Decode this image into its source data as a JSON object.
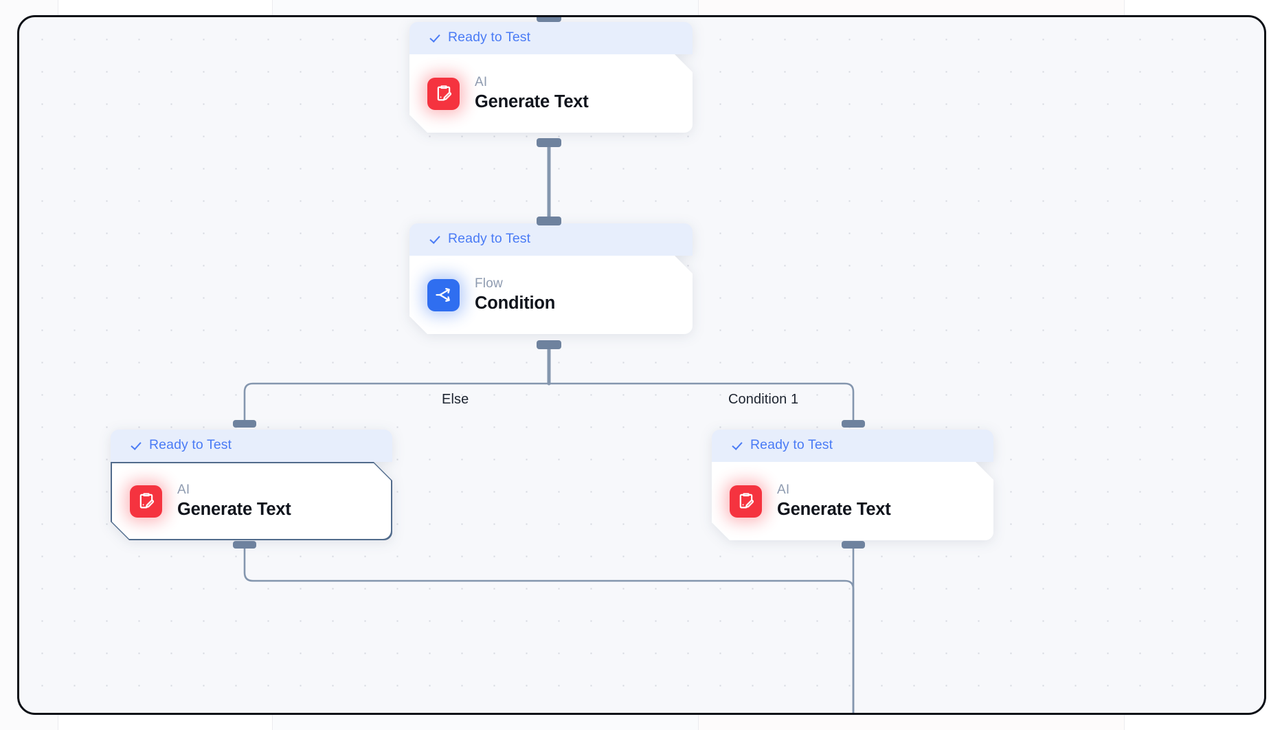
{
  "canvas": {
    "background_color": "#f7f8fb",
    "border_color": "#0b0f16",
    "grid": "dot-grid",
    "grid_dot_color": "#c9ccd6"
  },
  "theme": {
    "status_accent": "#4a7bf5",
    "status_bg": "#e7eefc",
    "edge_color": "#8496ae",
    "handle_color": "#6e829e",
    "ai_icon_color": "#f5333f",
    "flow_icon_color": "#2f6ef0",
    "selected_border_color": "#516b8c",
    "title_color": "#10141c",
    "kind_color": "#8e9bb0",
    "branch_label_color": "#1d2430"
  },
  "nodes": [
    {
      "id": "generate-text-top",
      "status": "Ready to Test",
      "kind": "AI",
      "title": "Generate Text",
      "icon": "clipboard-pencil-icon",
      "selected": false
    },
    {
      "id": "condition",
      "status": "Ready to Test",
      "kind": "Flow",
      "title": "Condition",
      "icon": "branch-shuffle-icon",
      "selected": false
    },
    {
      "id": "generate-text-else",
      "status": "Ready to Test",
      "kind": "AI",
      "title": "Generate Text",
      "icon": "clipboard-pencil-icon",
      "selected": true
    },
    {
      "id": "generate-text-condition-1",
      "status": "Ready to Test",
      "kind": "AI",
      "title": "Generate Text",
      "icon": "clipboard-pencil-icon",
      "selected": false
    }
  ],
  "branches": [
    {
      "id": "else",
      "label": "Else"
    },
    {
      "id": "condition-1",
      "label": "Condition 1"
    }
  ]
}
